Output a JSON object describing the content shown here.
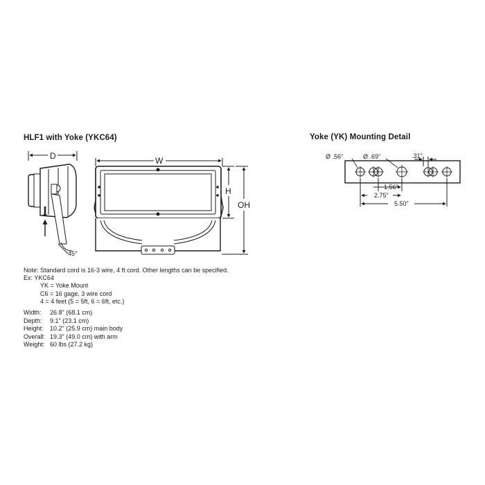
{
  "left_drawing": {
    "title": "HLF1 with Yoke (YKC64)",
    "dim_depth": "D",
    "dim_width": "W",
    "dim_height": "H",
    "dim_overall": "OH",
    "angle": "45°"
  },
  "right_drawing": {
    "title": "Yoke (YK) Mounting Detail",
    "hole_small": "Ø .56\"",
    "hole_large": "Ø .69\"",
    "gap": ".31\"",
    "dim_1": "1.56\"",
    "dim_2": "2.75\"",
    "dim_3": "5.50\""
  },
  "notes": {
    "line1": "Note: Standard cord is 16-3 wire, 4 ft cord. Other lengths can be specified.",
    "line2": "Ex: YKC64",
    "line3": "YK = Yoke Mount",
    "line4": "C6 = 16 gage, 3 wire cord",
    "line5": "4 = 4 feet (5 = 5ft, 6 = 6ft, etc.)"
  },
  "specs": [
    {
      "label": "Width:",
      "value": "26.8\" (68.1 cm)"
    },
    {
      "label": "Depth:",
      "value": "9.1\" (23.1 cm)"
    },
    {
      "label": "Height:",
      "value": "10.2\" (25.9 cm) main body"
    },
    {
      "label": "Overall:",
      "value": "19.3\" (49.0 cm) with arm"
    },
    {
      "label": "Weight:",
      "value": "60 lbs (27.2 kg)"
    }
  ]
}
